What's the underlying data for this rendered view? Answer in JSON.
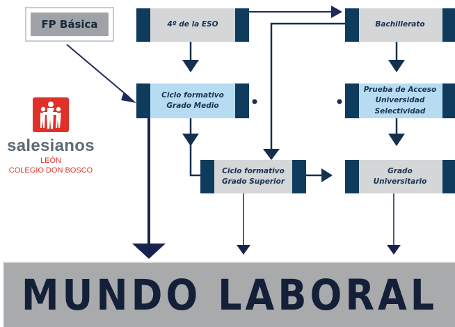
{
  "fp_basica": "FP Básica",
  "boxes": {
    "eso": "4º de la ESO",
    "bachillerato": "Bachillerato",
    "ciclo_medio": "Ciclo formativo\nGrado Medio",
    "prueba_acceso": "Prueba de Acceso\nUniversidad\nSelectividad",
    "ciclo_superior": "Ciclo formativo\nGrado Superior",
    "grado_universitario": "Grado\nUniversitario"
  },
  "logo": {
    "name": "salesianos",
    "city": "LEÓN",
    "school": "COLEGIO DON BOSCO"
  },
  "banner": "MUNDO LABORAL",
  "colors": {
    "dark_navy": "#0f3b5c",
    "arrow_navy": "#1f2a5a",
    "light_blue": "#b7dcf1",
    "light_grey": "#d4d6d8",
    "logo_red": "#e03129"
  }
}
